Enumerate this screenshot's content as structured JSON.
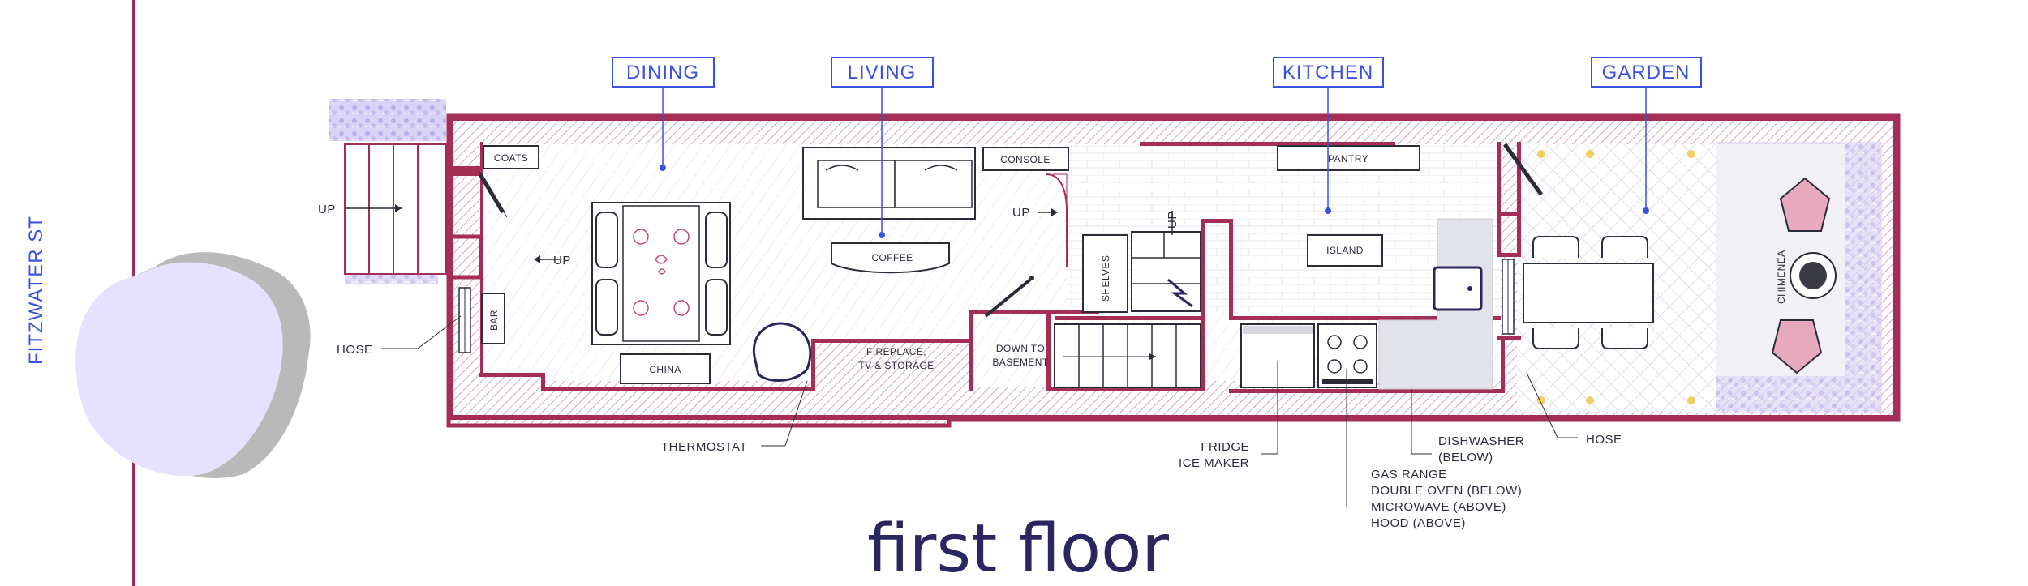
{
  "street_name": "FITZWATER ST",
  "floor_title": "first floor",
  "rooms": {
    "dining": "DINING",
    "living": "LIVING",
    "kitchen": "KITCHEN",
    "garden": "GARDEN"
  },
  "labels": {
    "coats": "COATS",
    "console": "CONSOLE",
    "pantry": "PANTRY",
    "up_stair_entry": "UP",
    "up_entry_hall": "UP",
    "up_living": "UP",
    "up_stair": "UP",
    "hose_front": "HOSE",
    "hose_back": "HOSE",
    "bar": "BAR",
    "china": "CHINA",
    "coffee": "COFFEE",
    "fireplace_line1": "FIREPLACE,",
    "fireplace_line2": "TV & STORAGE",
    "down_line1": "DOWN TO",
    "down_line2": "BASEMENT",
    "shelves": "SHELVES",
    "island": "ISLAND",
    "chimenea": "CHIMENEA",
    "thermostat": "THERMOSTAT",
    "fridge_line1": "FRIDGE",
    "fridge_line2": "ICE MAKER",
    "dishwasher_line1": "DISHWASHER",
    "dishwasher_line2": "(BELOW)",
    "range_line1": "GAS RANGE",
    "range_line2": "DOUBLE OVEN (BELOW)",
    "range_line3": "MICROWAVE (ABOVE)",
    "range_line4": "HOOD (ABOVE)"
  },
  "colors": {
    "wall": "#a52e55",
    "room_label": "#3a52e0",
    "title": "#2a2660",
    "planting": "#c9c2f0",
    "tree": "#e6e1ff",
    "tree_shadow": "#b9b9b9"
  }
}
